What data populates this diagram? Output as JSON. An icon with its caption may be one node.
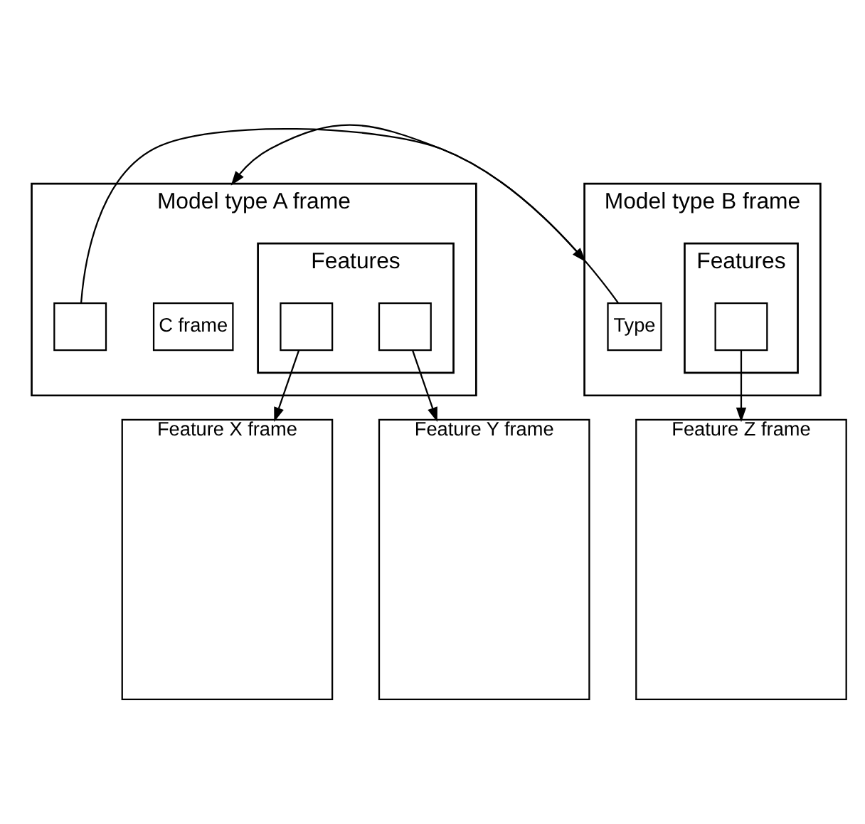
{
  "diagram": {
    "nodes": [
      {
        "text": [
          "Model type A frame"
        ]
      },
      {
        "text": [
          "C frame"
        ],
        "in": 0
      },
      {
        "text": [],
        "shape": "box",
        "in": 0
      },
      {
        "text": [
          "Features"
        ],
        "in": 0
      },
      {
        "text": [],
        "shape": "box",
        "in": 3
      },
      {
        "text": [],
        "shape": "box",
        "in": 3
      },
      {
        "text": [
          "Model type B frame"
        ]
      },
      {
        "text": [
          "Type"
        ],
        "in": 6
      },
      {
        "text": [
          "Features"
        ],
        "in": 6
      },
      {
        "text": [],
        "shape": "box",
        "in": 8
      },
      {
        "text": [
          "Feature X frame"
        ]
      },
      {
        "text": [
          "Feature Y frame"
        ]
      },
      {
        "text": [
          "Feature Z frame"
        ]
      }
    ],
    "edges": [
      {
        "from": 2,
        "to": 6,
        "arrow": "to"
      },
      {
        "from": 7,
        "to": 0,
        "arrow": "to"
      },
      {
        "from": 4,
        "to": 10,
        "arrow": "to"
      },
      {
        "from": 5,
        "to": 11,
        "arrow": "to"
      },
      {
        "from": 9,
        "to": 12,
        "arrow": "to"
      }
    ]
  }
}
